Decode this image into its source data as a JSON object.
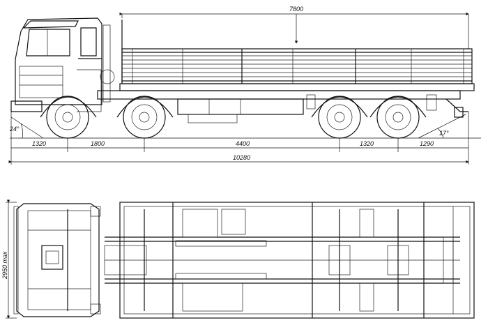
{
  "side_view": {
    "dimensions": {
      "body_length": "7800",
      "front_overhang": "1320",
      "wheelbase_front": "1800",
      "wheelbase_middle": "4400",
      "wheelbase_rear": "1320",
      "rear_overhang": "1290",
      "overall_length": "10280"
    },
    "angles": {
      "approach": "24°",
      "departure": "17°"
    }
  },
  "top_view": {
    "width_label": "2950 max"
  }
}
